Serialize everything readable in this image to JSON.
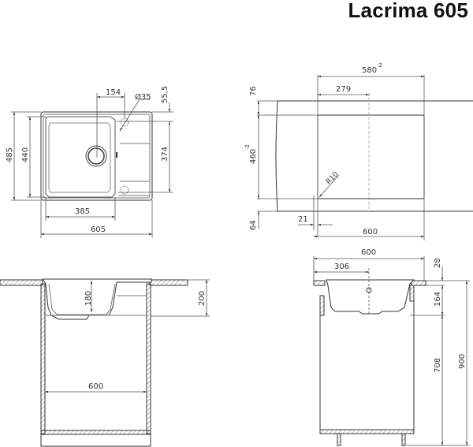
{
  "title": "Lacrima 605",
  "top_view": {
    "dims": {
      "d154": "154",
      "d35": "Ø35",
      "d55": "55,5",
      "d485": "485",
      "d440": "440",
      "d374": "374",
      "d385": "385",
      "d605": "605"
    }
  },
  "cutout_view": {
    "dims": {
      "d580": "580",
      "d580_tol": "-2",
      "d279": "279",
      "d76": "76",
      "d460": "460",
      "d460_tol": "-2",
      "dR10": "R10",
      "d64": "64",
      "d21": "21",
      "d600": "600"
    }
  },
  "front_view": {
    "dims": {
      "d180": "180",
      "d200": "200",
      "d600": "600"
    }
  },
  "side_view": {
    "dims": {
      "d600": "600",
      "d306": "306",
      "d28": "28",
      "d164": "164",
      "d708": "708",
      "d900": "900"
    }
  },
  "colors": {
    "line": "#333333",
    "thin": "#666666",
    "hatch": "#888888"
  }
}
